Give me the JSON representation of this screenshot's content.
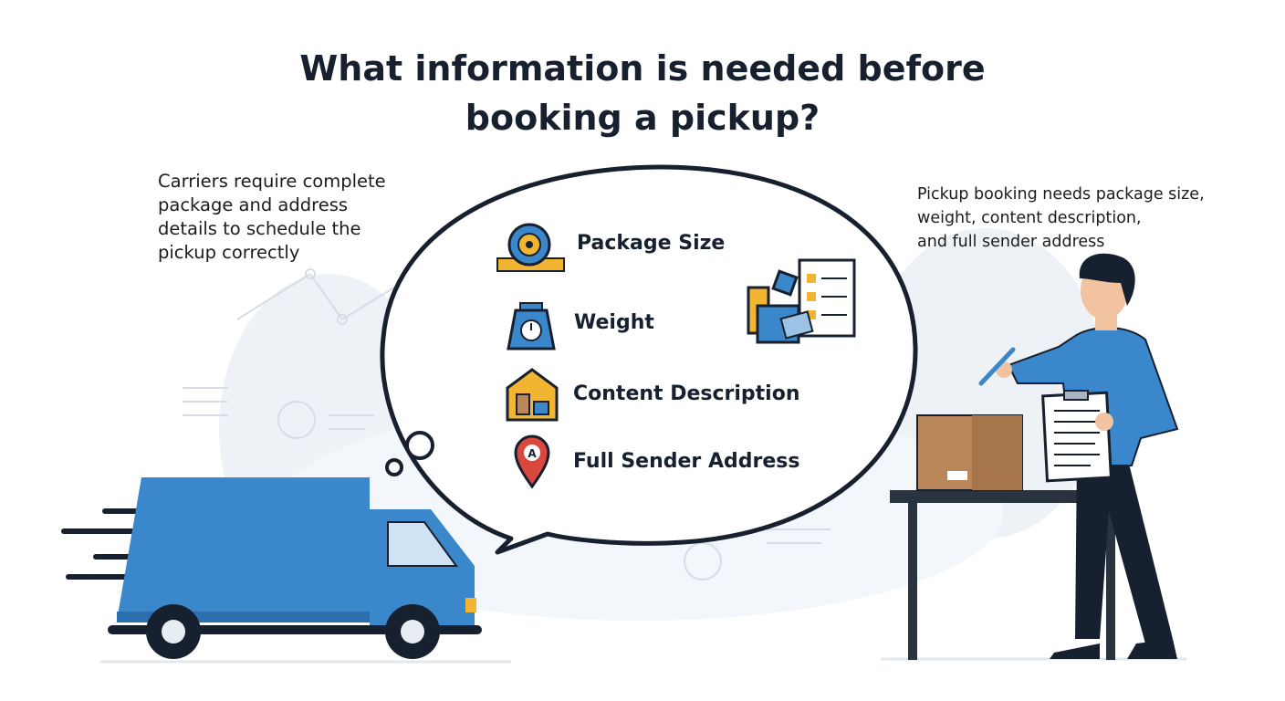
{
  "title": {
    "line1": "What information is needed before",
    "line2": "booking a pickup?"
  },
  "left_note": {
    "lines": [
      "Carriers require complete",
      "package and address",
      "details to schedule the",
      "pickup correctly"
    ]
  },
  "right_note": {
    "lines": [
      "Pickup booking needs package size,",
      "weight, content description,",
      "and full sender address"
    ]
  },
  "requirements": [
    {
      "label": "Package Size",
      "icon": "tape-measure-icon"
    },
    {
      "label": "Weight",
      "icon": "scale-icon"
    },
    {
      "label": "Content Description",
      "icon": "house-contents-icon"
    },
    {
      "label": "Full Sender Address",
      "icon": "location-pin-icon"
    }
  ],
  "colors": {
    "primary_blue": "#3b87cc",
    "dark_navy": "#17202e",
    "accent_yellow": "#f2b531",
    "box_brown": "#b9875a",
    "pin_red": "#d9473f"
  }
}
